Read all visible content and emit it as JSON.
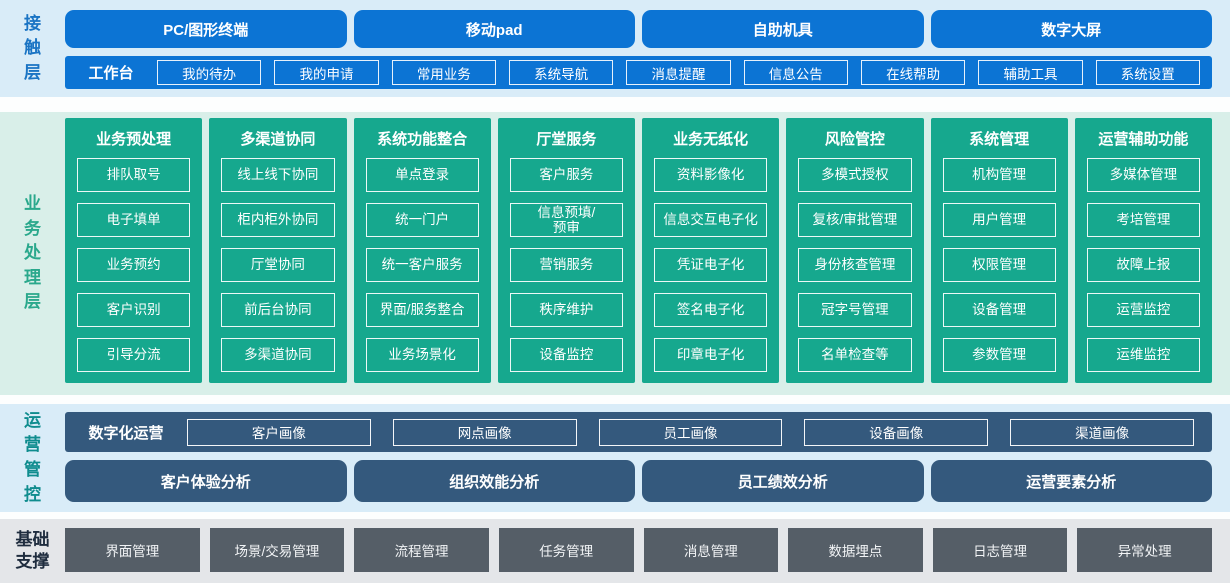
{
  "colors": {
    "blue": "#0c74d4",
    "green": "#16a88e",
    "slate": "#34597d",
    "gray": "#555e67",
    "bg-blue": "#d9ecf8",
    "bg-green": "#d9efe9",
    "bg-gray": "#e4e6e9",
    "label-blue": "#1a74c4",
    "label-green": "#2aa88c",
    "label-teal": "#0f8c8e",
    "label-dark": "#1e2c3e"
  },
  "contact_layer": {
    "label": "接触层",
    "devices": [
      "PC/图形终端",
      "移动pad",
      "自助机具",
      "数字大屏"
    ],
    "workbench": {
      "label": "工作台",
      "items": [
        "我的待办",
        "我的申请",
        "常用业务",
        "系统导航",
        "消息提醒",
        "信息公告",
        "在线帮助",
        "辅助工具",
        "系统设置"
      ]
    }
  },
  "business_layer": {
    "label": "业务处理层",
    "columns": [
      {
        "title": "业务预处理",
        "items": [
          "排队取号",
          "电子填单",
          "业务预约",
          "客户识别",
          "引导分流"
        ]
      },
      {
        "title": "多渠道协同",
        "items": [
          "线上线下协同",
          "柜内柜外协同",
          "厅堂协同",
          "前后台协同",
          "多渠道协同"
        ]
      },
      {
        "title": "系统功能整合",
        "items": [
          "单点登录",
          "统一门户",
          "统一客户服务",
          "界面/服务整合",
          "业务场景化"
        ]
      },
      {
        "title": "厅堂服务",
        "items": [
          "客户服务",
          "信息预填/\n预审",
          "营销服务",
          "秩序维护",
          "设备监控"
        ]
      },
      {
        "title": "业务无纸化",
        "items": [
          "资料影像化",
          "信息交互电子化",
          "凭证电子化",
          "签名电子化",
          "印章电子化"
        ]
      },
      {
        "title": "风险管控",
        "items": [
          "多模式授权",
          "复核/审批管理",
          "身份核查管理",
          "冠字号管理",
          "名单检查等"
        ]
      },
      {
        "title": "系统管理",
        "items": [
          "机构管理",
          "用户管理",
          "权限管理",
          "设备管理",
          "参数管理"
        ]
      },
      {
        "title": "运营辅助功能",
        "items": [
          "多媒体管理",
          "考培管理",
          "故障上报",
          "运营监控",
          "运维监控"
        ]
      }
    ]
  },
  "operations_layer": {
    "label": "运营管控",
    "digital_ops": {
      "label": "数字化运营",
      "items": [
        "客户画像",
        "网点画像",
        "员工画像",
        "设备画像",
        "渠道画像"
      ]
    },
    "analysis": [
      "客户体验分析",
      "组织效能分析",
      "员工绩效分析",
      "运营要素分析"
    ]
  },
  "foundation_layer": {
    "label": "基础支撑",
    "items": [
      "界面管理",
      "场景/交易管理",
      "流程管理",
      "任务管理",
      "消息管理",
      "数据埋点",
      "日志管理",
      "异常处理"
    ]
  }
}
